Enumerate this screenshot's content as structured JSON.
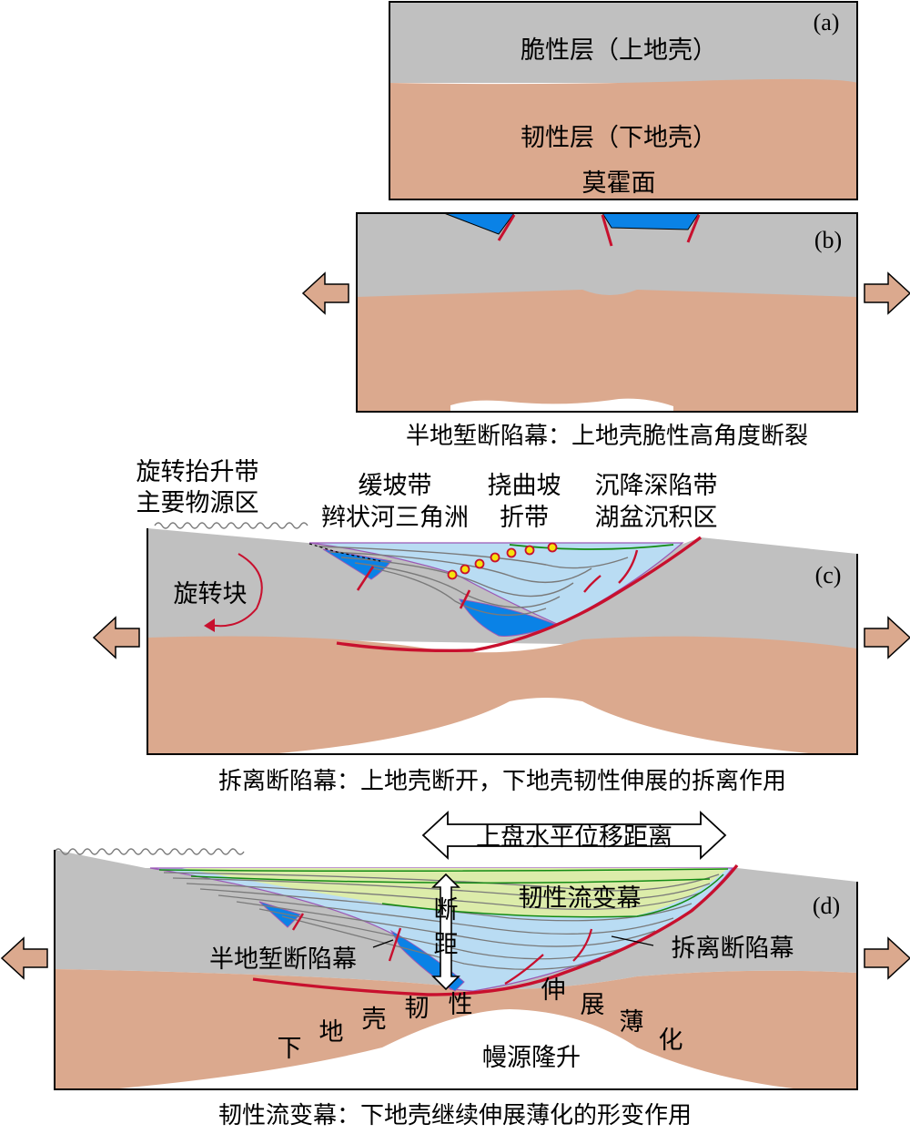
{
  "colors": {
    "upper_crust": "#c0c0c0",
    "lower_crust": "#dba98e",
    "fault": "#c8102e",
    "early_sediment": "#0a82e6",
    "sediment_fill": "#b9dcf3",
    "late_fill": "#dcecaa",
    "green_line": "#138b13",
    "layer_line": "#7a7a7a"
  },
  "icons": {
    "arrow": "block-arrow-icon",
    "conglomerate": "circle-marker-icon"
  },
  "panel_a": {
    "tag": "(a)",
    "upper_label": "脆性层（上地壳）",
    "lower_label": "韧性层（下地壳）",
    "moho_label": "莫霍面"
  },
  "panel_b": {
    "tag": "(b)",
    "caption": "半地堑断陷幕：上地壳脆性高角度断裂"
  },
  "panel_c": {
    "tag": "(c)",
    "labels": {
      "uplift_1": "旋转抬升带",
      "uplift_2": "主要物源区",
      "slope_1": "缓坡带",
      "slope_2": "辫状河三角洲",
      "flex_1": "挠曲坡",
      "flex_2": "折带",
      "deep_1": "沉降深陷带",
      "deep_2": "湖盆沉积区",
      "block": "旋转块"
    },
    "caption": "拆离断陷幕：上地壳断开，下地壳韧性伸展的拆离作用"
  },
  "panel_d": {
    "tag": "(d)",
    "labels": {
      "displacement": "上盘水平位移距离",
      "throw": "断距",
      "ductile_episode": "韧性流变幕",
      "detach_episode": "拆离断陷幕",
      "halfgraben_episode": "半地堑断陷幕",
      "thin_chars": [
        "下",
        "地",
        "壳",
        "韧",
        "性",
        "伸",
        "展",
        "薄",
        "化"
      ],
      "mantle": "幔源隆升"
    },
    "caption": "韧性流变幕：下地壳继续伸展薄化的形变作用"
  }
}
